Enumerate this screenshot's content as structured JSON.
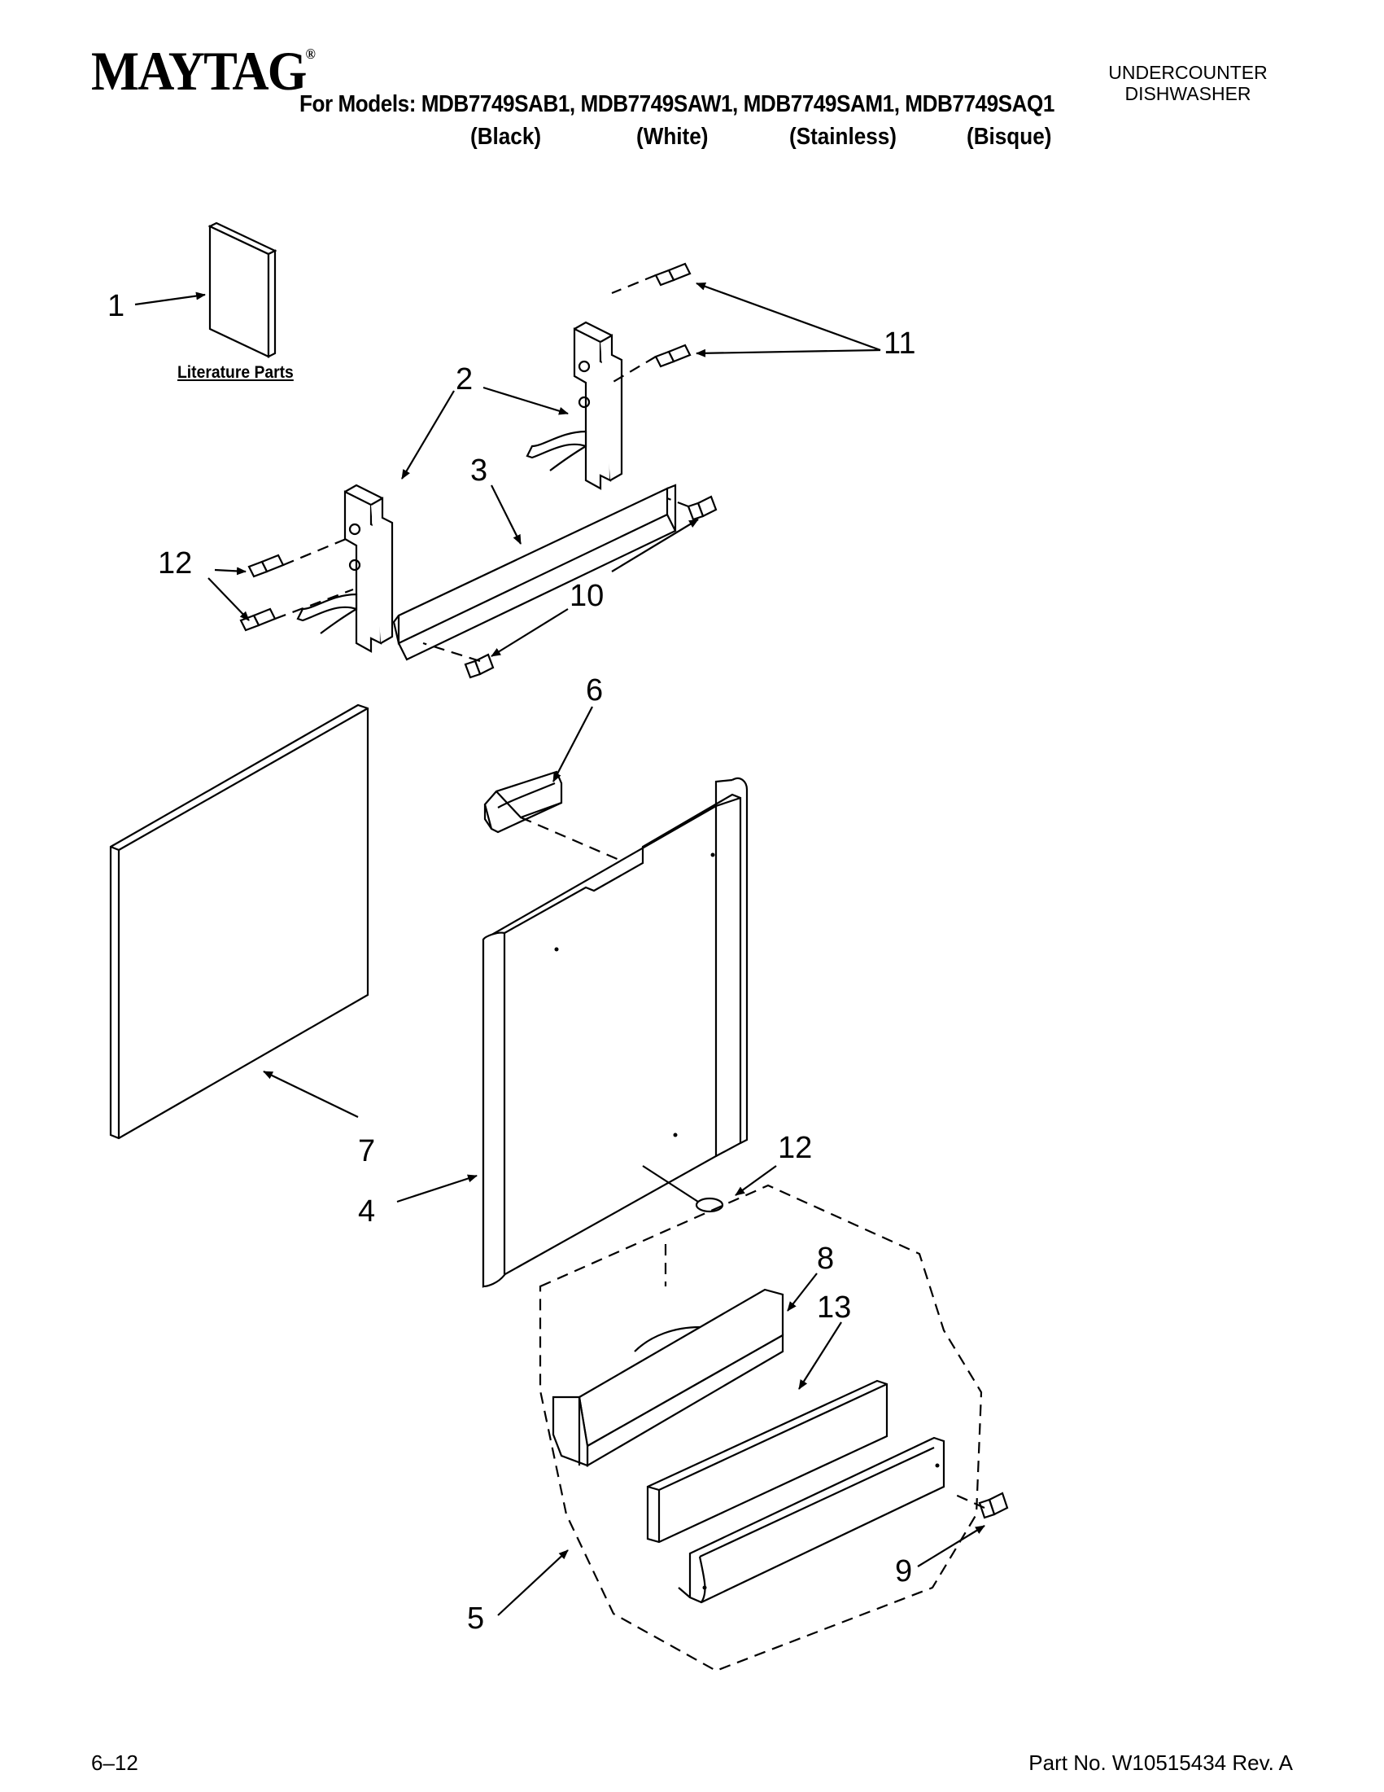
{
  "header": {
    "brand": "MAYTAG",
    "brand_mark": "®",
    "models_line": "For Models: MDB7749SAB1, MDB7749SAW1, MDB7749SAM1, MDB7749SAQ1",
    "colors": [
      "(Black)",
      "(White)",
      "(Stainless)",
      "(Bisque)"
    ],
    "product_line1": "UNDERCOUNTER",
    "product_line2": "DISHWASHER"
  },
  "diagram": {
    "literature_label": "Literature Parts",
    "callouts": [
      "1",
      "2",
      "3",
      "4",
      "5",
      "6",
      "7",
      "8",
      "9",
      "10",
      "11",
      "12",
      "12",
      "13"
    ]
  },
  "footer": {
    "left": "6–12",
    "right": "Part No. W10515434 Rev. A"
  }
}
